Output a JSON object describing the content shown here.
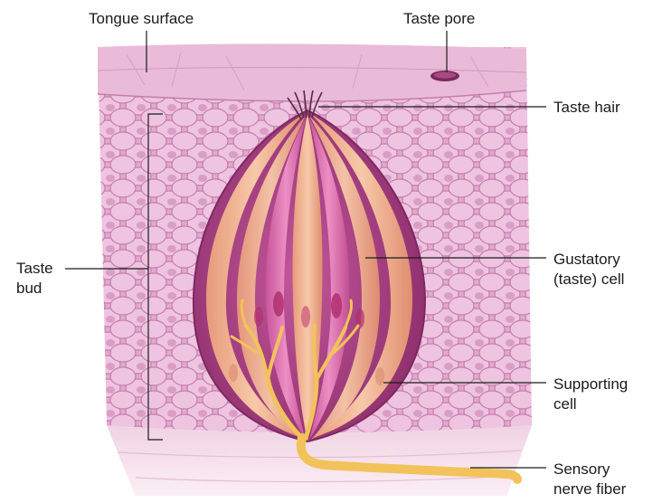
{
  "labels": {
    "tongue_surface": "Tongue surface",
    "taste_pore": "Taste pore",
    "taste_hair": "Taste hair",
    "taste_bud_line1": "Taste",
    "taste_bud_line2": "bud",
    "gustatory_line1": "Gustatory",
    "gustatory_line2": "(taste) cell",
    "supporting_line1": "Supporting",
    "supporting_line2": "cell",
    "sensory_line1": "Sensory",
    "sensory_line2": "nerve fiber"
  },
  "colors": {
    "epithelium": "#e3a9cf",
    "epithelium_cell": "#eec4e0",
    "cell_outline": "#c47eac",
    "surface": "#e7b6d6",
    "bud_interior": "#b8508c",
    "supporting_cell": "#f1b796",
    "gustatory_cell": "#d96aa9",
    "nerve": "#f2c35a",
    "base_tissue": "#f3dde9",
    "leader_line": "#1a1a1a"
  }
}
